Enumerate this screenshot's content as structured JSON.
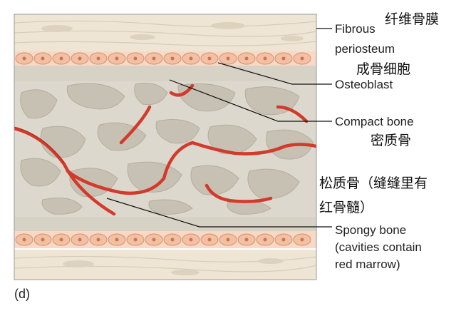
{
  "labels": {
    "fibrous_periosteum_en_line1": "Fibrous",
    "fibrous_periosteum_en_line2": "periosteum",
    "fibrous_periosteum_cn": "纤维骨膜",
    "osteoblast_cn": "成骨细胞",
    "osteoblast_en": "Osteoblast",
    "compact_bone_en": "Compact bone",
    "compact_bone_cn": "密质骨",
    "spongy_bone_cn_line1": "松质骨（缝缝里有",
    "spongy_bone_cn_line2": "红骨髓）",
    "spongy_bone_en_line1": "Spongy bone",
    "spongy_bone_en_line2": "(cavities contain",
    "spongy_bone_en_line3": "red marrow)"
  },
  "panel_tag": "(d)",
  "colors": {
    "tissue": "#ebe3d3",
    "bone": "#dcd8cd",
    "cavity": "#c6c0b3",
    "osteoblast": "#f2c2a6",
    "vessel": "#d23a2b",
    "leader": "#111111"
  }
}
